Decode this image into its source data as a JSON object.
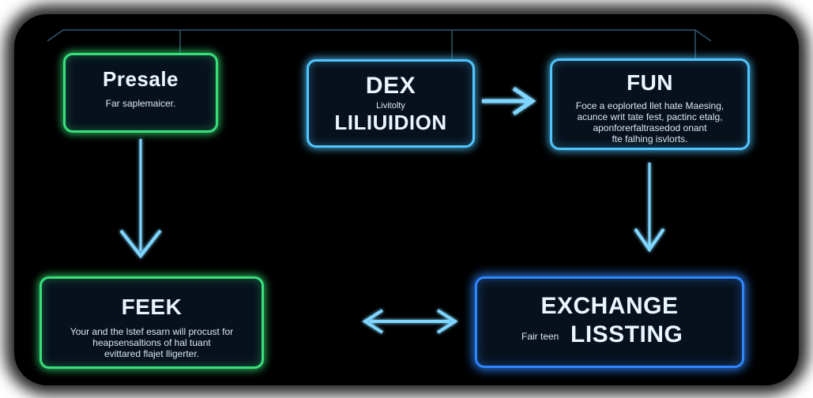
{
  "diagram": {
    "presale": {
      "title": "Presale",
      "description": "Far saplemaicer."
    },
    "dex": {
      "title": "DEX",
      "small_label": "Livitolty",
      "subtitle": "LILIUIDION"
    },
    "fun": {
      "title": "FUN",
      "description_lines": [
        "Foce a eoplorted llet hate Maesing,",
        "acunce writ tate fest, pactinc etalg,",
        "aponforerfaltrasedod onant",
        "fte falhing isvlorts."
      ]
    },
    "feek": {
      "title": "FEEK",
      "description_lines": [
        "Your and the lstef esarn will procust for",
        "heapsensaltions of hal tuant",
        "evittared flajet lligerter."
      ]
    },
    "exchange": {
      "title": "EXCHANGE",
      "side_label": "Fair teen",
      "subtitle": "LISSTING"
    }
  },
  "colors": {
    "background": "#000000",
    "green_border": "#37e07a",
    "cyan_border": "#4fc6ff",
    "blue_border": "#2f86ff",
    "arrow": "#7fd6ff",
    "connector": "#3b6f8f"
  }
}
